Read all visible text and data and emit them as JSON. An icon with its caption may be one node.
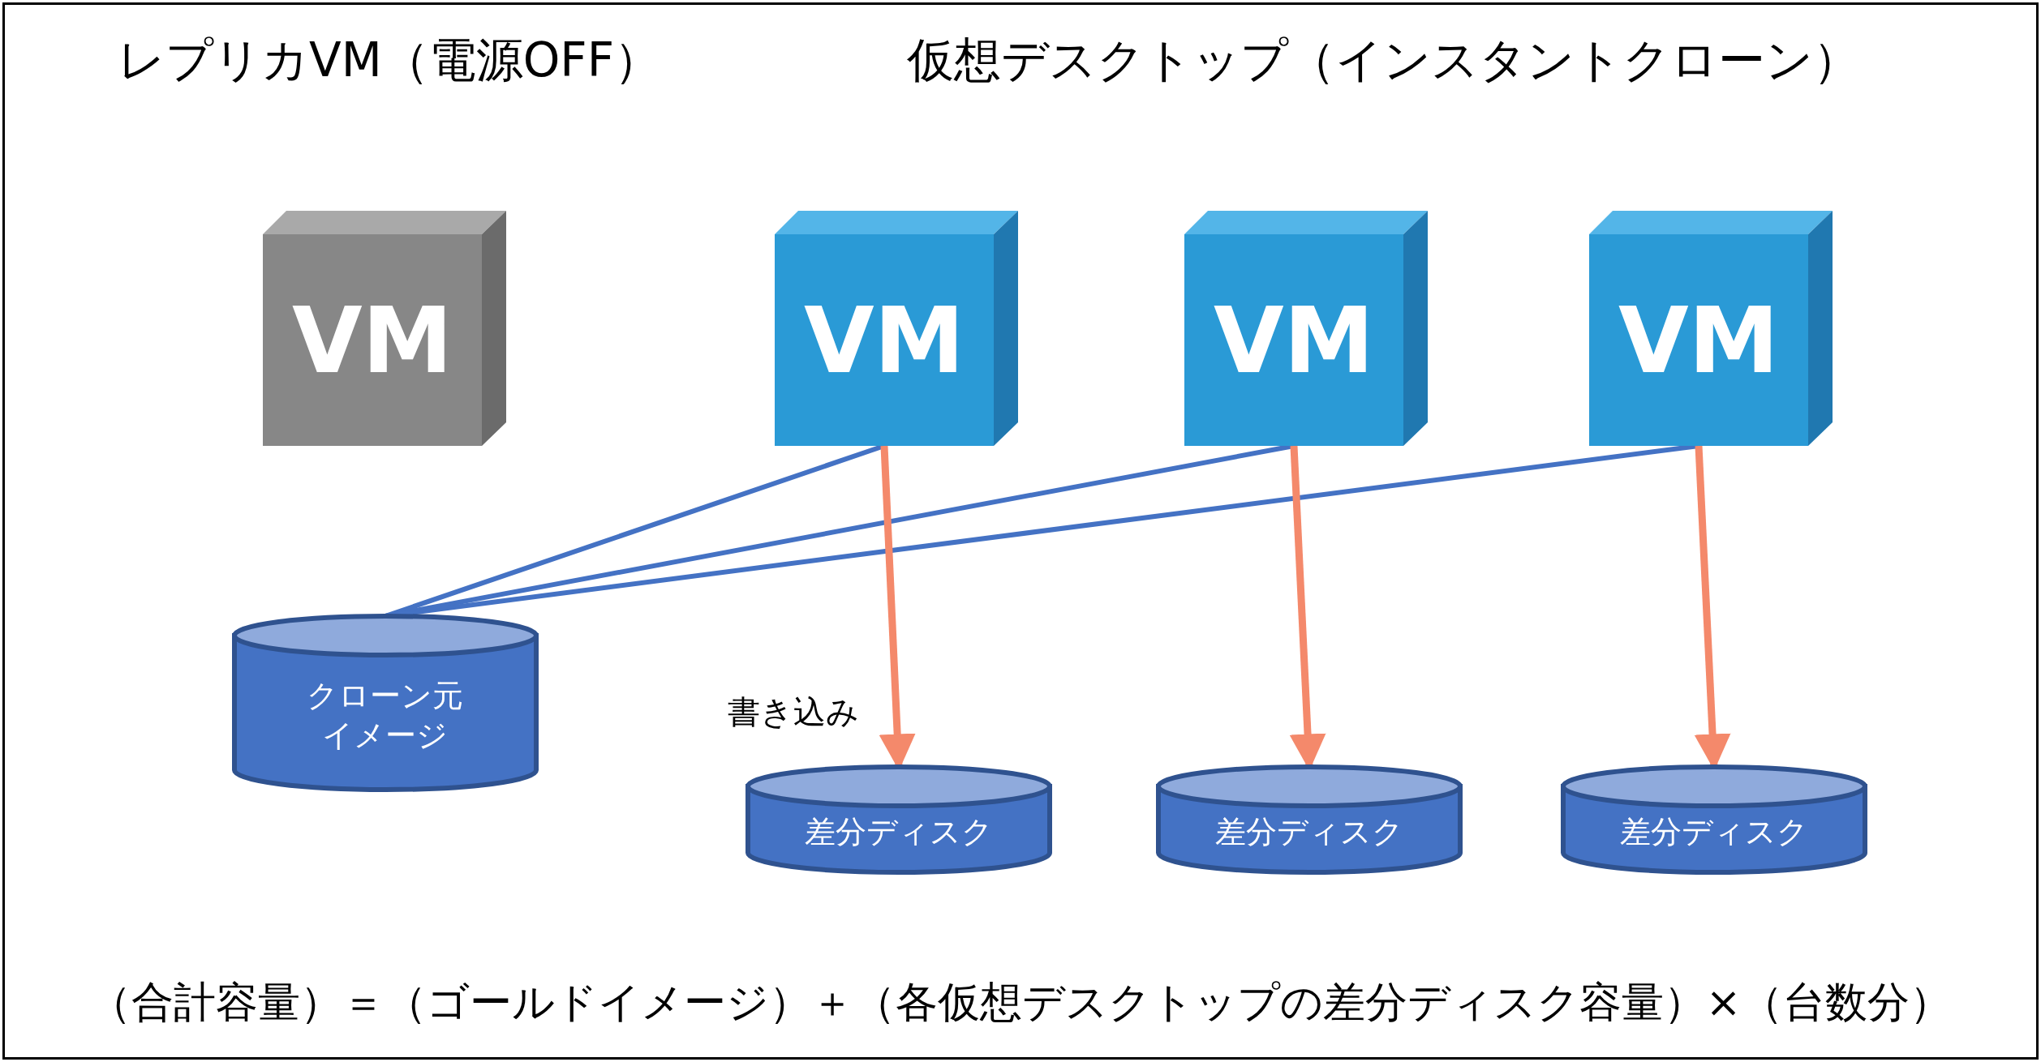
{
  "diagram": {
    "nodes": [
      {
        "text": [
          "VM"
        ]
      },
      {
        "text": [
          "VM"
        ]
      },
      {
        "text": [
          "VM"
        ]
      },
      {
        "text": [
          "VM"
        ]
      },
      {
        "text": [
          "クローン元イメージ"
        ]
      },
      {
        "text": [
          "差分ディスク"
        ]
      },
      {
        "text": [
          "差分ディスク"
        ]
      },
      {
        "text": [
          "差分ディスク"
        ]
      }
    ],
    "edges": [
      {
        "from": 1,
        "to": 4,
        "arrow": "none"
      },
      {
        "from": 2,
        "to": 4,
        "arrow": "none"
      },
      {
        "from": 3,
        "to": 4,
        "arrow": "none"
      },
      {
        "from": 1,
        "to": 5,
        "arrow": "to",
        "color": "#f4896b",
        "label": "書き込み"
      },
      {
        "from": 2,
        "to": 6,
        "arrow": "to",
        "color": "#f4896b"
      },
      {
        "from": 3,
        "to": 7,
        "arrow": "to",
        "color": "#f4896b"
      }
    ],
    "labels": [
      "レプリカVM（電源OFF）",
      "仮想デスクトップ（インスタントクローン）",
      "（合計容量）＝（ゴールドイメージ）＋（各仮想デスクトップの差分ディスク容量）×（台数分）"
    ]
  }
}
